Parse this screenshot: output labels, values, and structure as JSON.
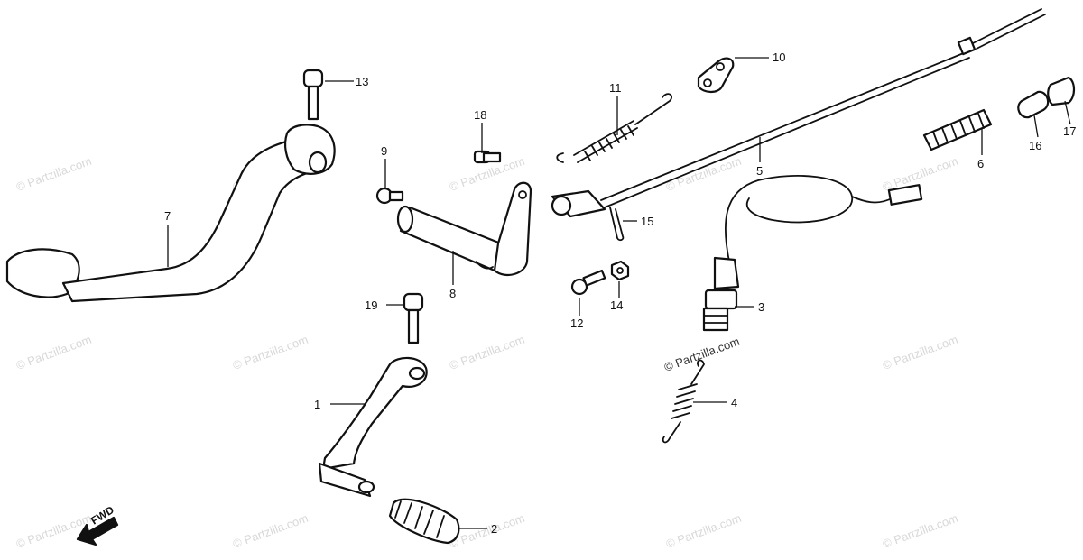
{
  "watermark": "© Partzilla.com",
  "fwd_label": "FWD",
  "callouts": {
    "c1": "1",
    "c2": "2",
    "c3": "3",
    "c4": "4",
    "c5": "5",
    "c6": "6",
    "c7": "7",
    "c8": "8",
    "c9": "9",
    "c10": "10",
    "c11": "11",
    "c12": "12",
    "c13": "13",
    "c14": "14",
    "c15": "15",
    "c16": "16",
    "c17": "17",
    "c18": "18",
    "c19": "19"
  },
  "colors": {
    "line": "#111111",
    "watermark": "#d8d8d8",
    "background": "#ffffff"
  }
}
